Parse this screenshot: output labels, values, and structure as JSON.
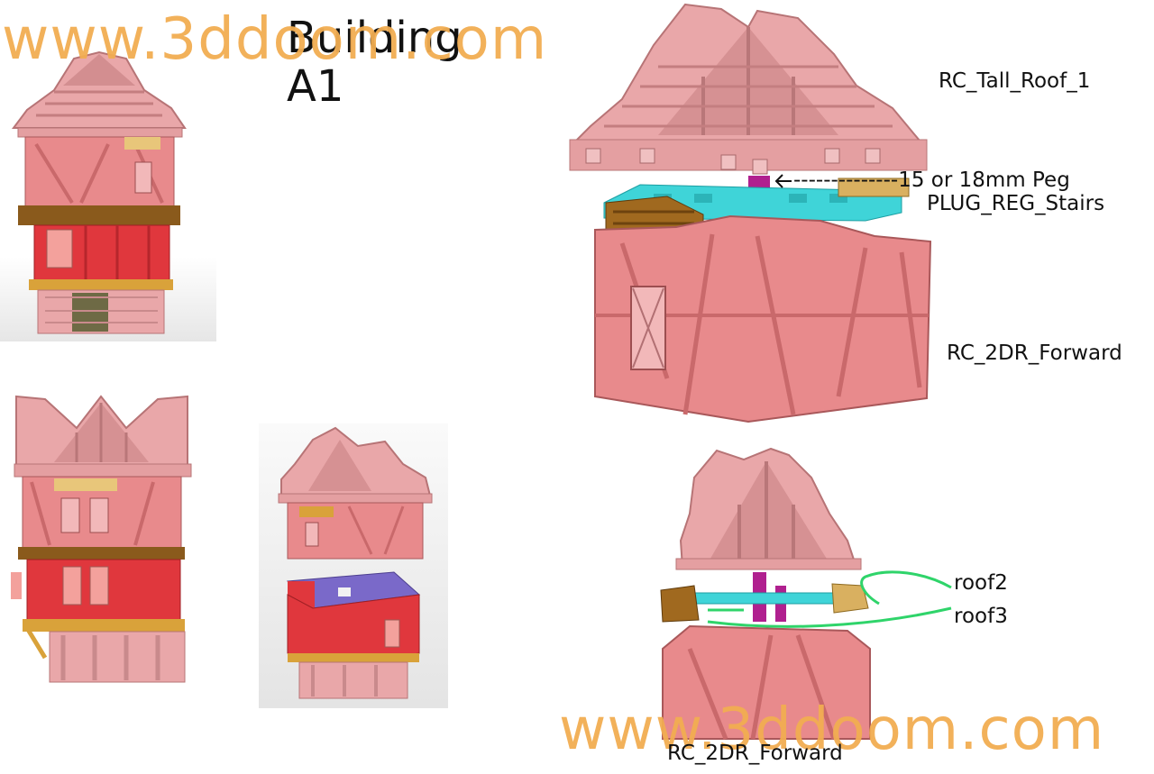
{
  "watermark": {
    "top": "www.3ddoom.com",
    "bottom": "www.3ddoom.com"
  },
  "title": {
    "line1": "Building",
    "line2": "A1"
  },
  "labels": {
    "tall_roof": "RC_Tall_Roof_1",
    "peg": "--------------15 or 18mm Peg",
    "plug": "PLUG_REG_Stairs",
    "forward_top": "RC_2DR_Forward",
    "roof2": "roof2",
    "roof3": "roof3",
    "forward_bottom": "RC_2DR_Forward"
  },
  "colors": {
    "roof_pink": "#e9a7a9",
    "wall_pink": "#e88a8c",
    "wall_red": "#e0373d",
    "timber_gold": "#d9a23a",
    "timber_brown": "#8a5a1c",
    "plug_cyan": "#3fd4d8",
    "peg_magenta": "#b0208f",
    "purple_floor": "#7a69c9",
    "arrow_green": "#2fd46a",
    "watermark": "#f2ad52"
  },
  "icons": {
    "arrow": "left-arrow-icon"
  }
}
